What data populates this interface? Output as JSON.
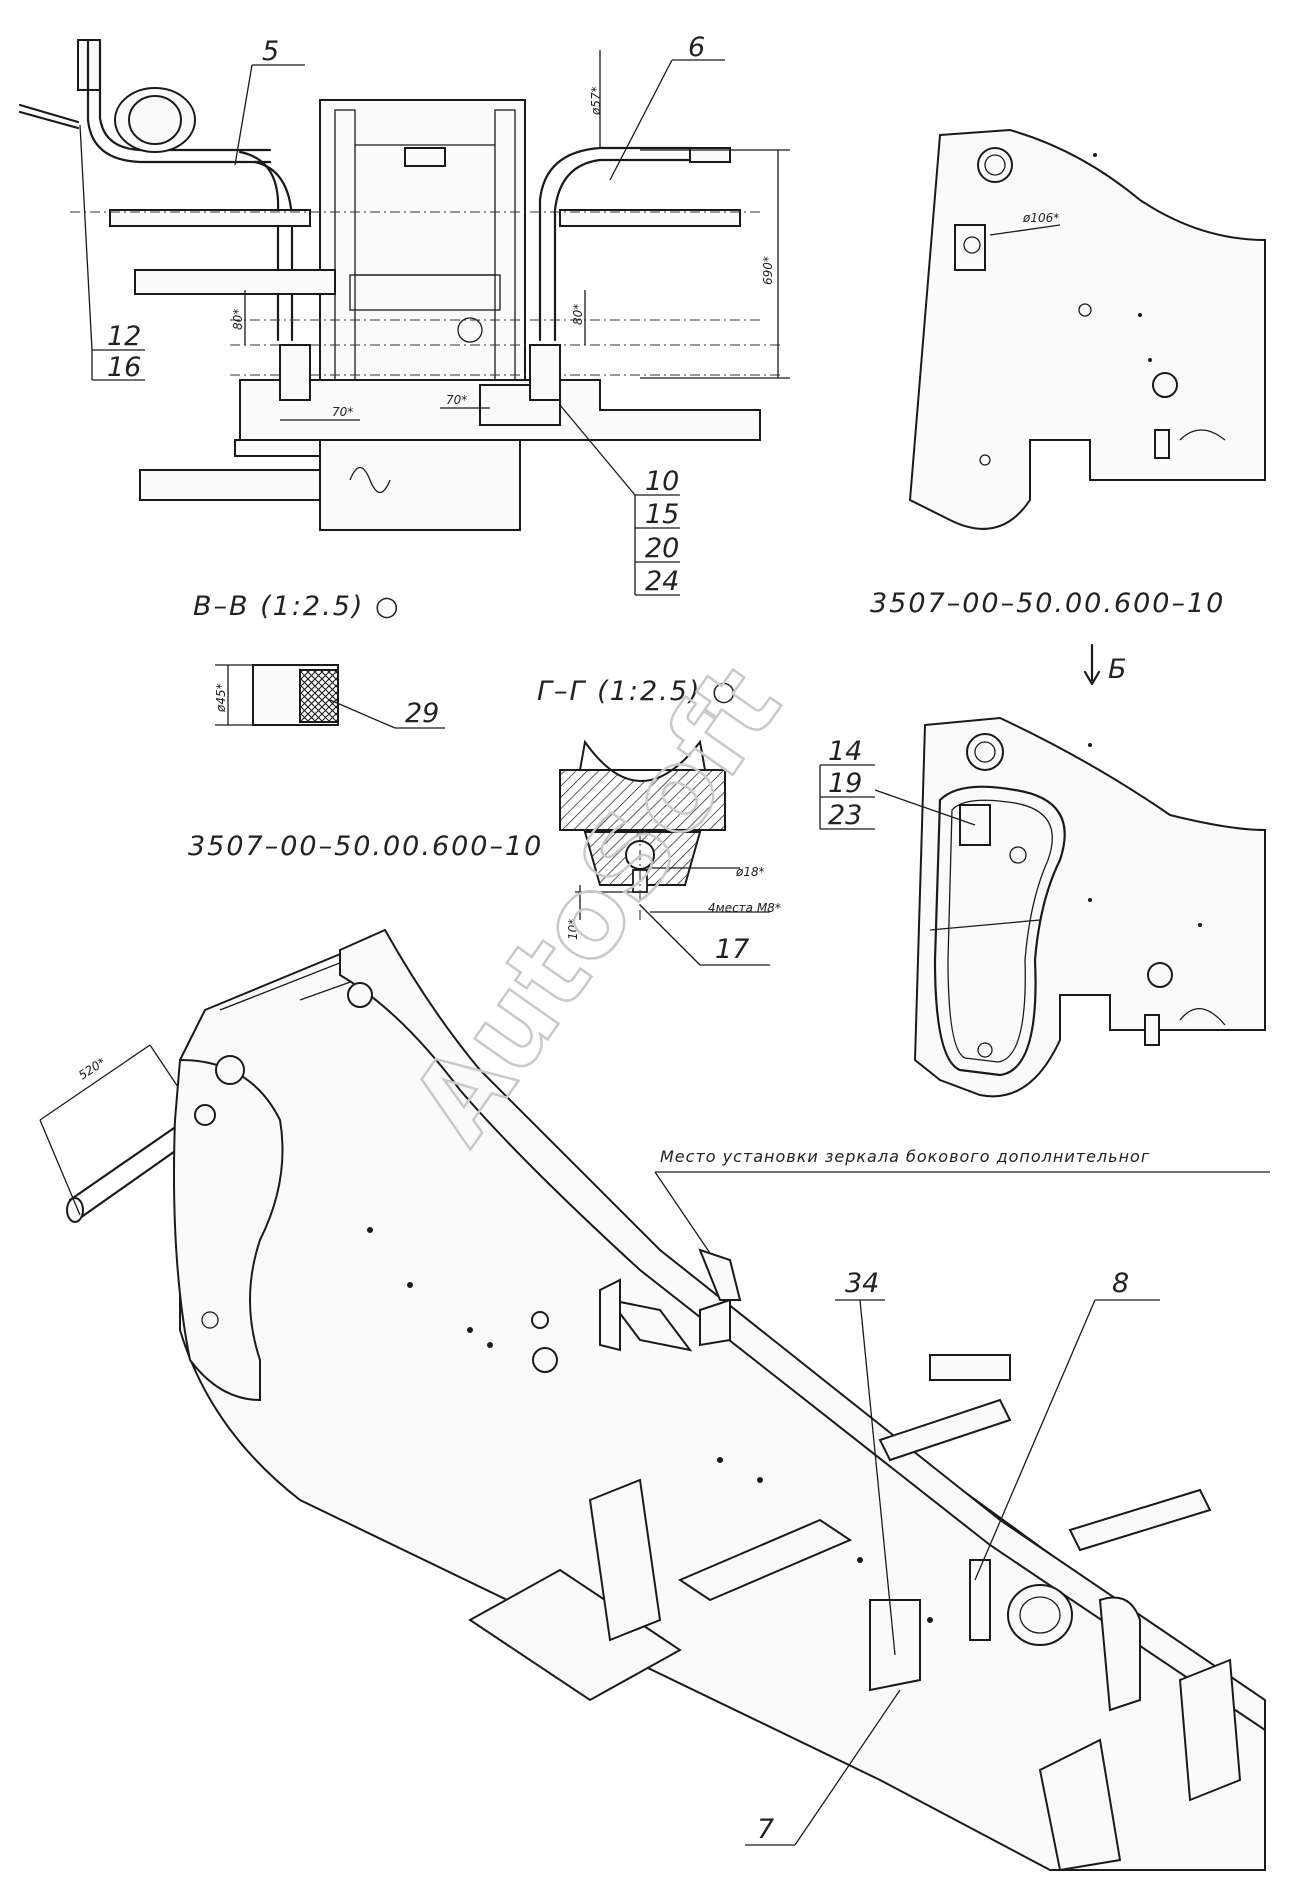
{
  "callouts": {
    "c5": "5",
    "c6": "6",
    "c12": "12",
    "c16": "16",
    "c10": "10",
    "c15": "15",
    "c20": "20",
    "c24": "24",
    "c29": "29",
    "c14": "14",
    "c19": "19",
    "c23": "23",
    "c17": "17",
    "c34": "34",
    "c8": "8",
    "c7": "7"
  },
  "dimensions": {
    "d57": "ø57*",
    "d690": "690*",
    "d80_left": "80*",
    "d80_right": "80*",
    "d70_left": "70*",
    "d70_right": "70*",
    "d106": "ø106*",
    "d45": "ø45*",
    "d18": "ø18*",
    "d10": "10*",
    "thread": "4места М8*",
    "d520": "520*"
  },
  "section_titles": {
    "section_v": "В–В (1:2.5) ○",
    "section_g": "Г–Г (1:2.5) ○",
    "view_b": "Б"
  },
  "part_numbers": {
    "part_right": "3507–00–50.00.600–10",
    "part_left": "3507–00–50.00.600–10"
  },
  "notes": {
    "mirror_note": "Место установки зеркала бокового дополнительног"
  },
  "watermark": "AutoSoft"
}
